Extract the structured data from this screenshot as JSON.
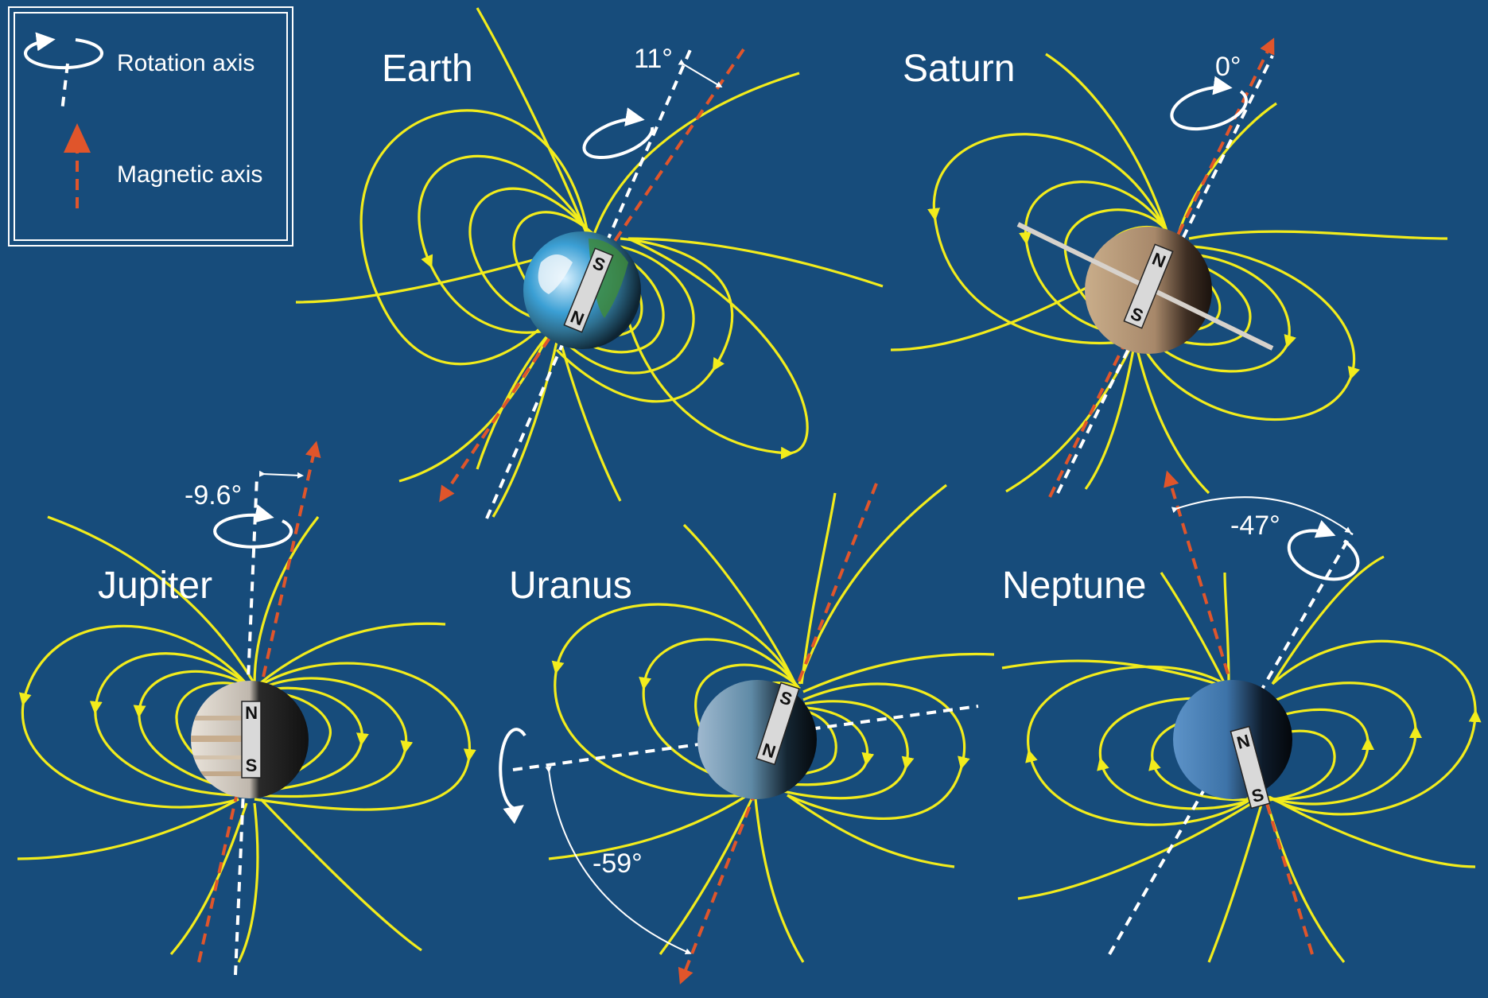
{
  "legend": {
    "rotation_label": "Rotation axis",
    "magnetic_label": "Magnetic axis"
  },
  "planets": {
    "earth": {
      "name": "Earth",
      "angle": "11°"
    },
    "saturn": {
      "name": "Saturn",
      "angle": "0°"
    },
    "jupiter": {
      "name": "Jupiter",
      "angle": "-9.6°"
    },
    "uranus": {
      "name": "Uranus",
      "angle": "-59°"
    },
    "neptune": {
      "name": "Neptune",
      "angle": "-47°"
    }
  },
  "magnet": {
    "north": "N",
    "south": "S"
  },
  "colors": {
    "background": "#174c7b",
    "field_lines": "#f2ec1c",
    "rotation_axis": "#ffffff",
    "magnetic_axis": "#e0552b"
  }
}
